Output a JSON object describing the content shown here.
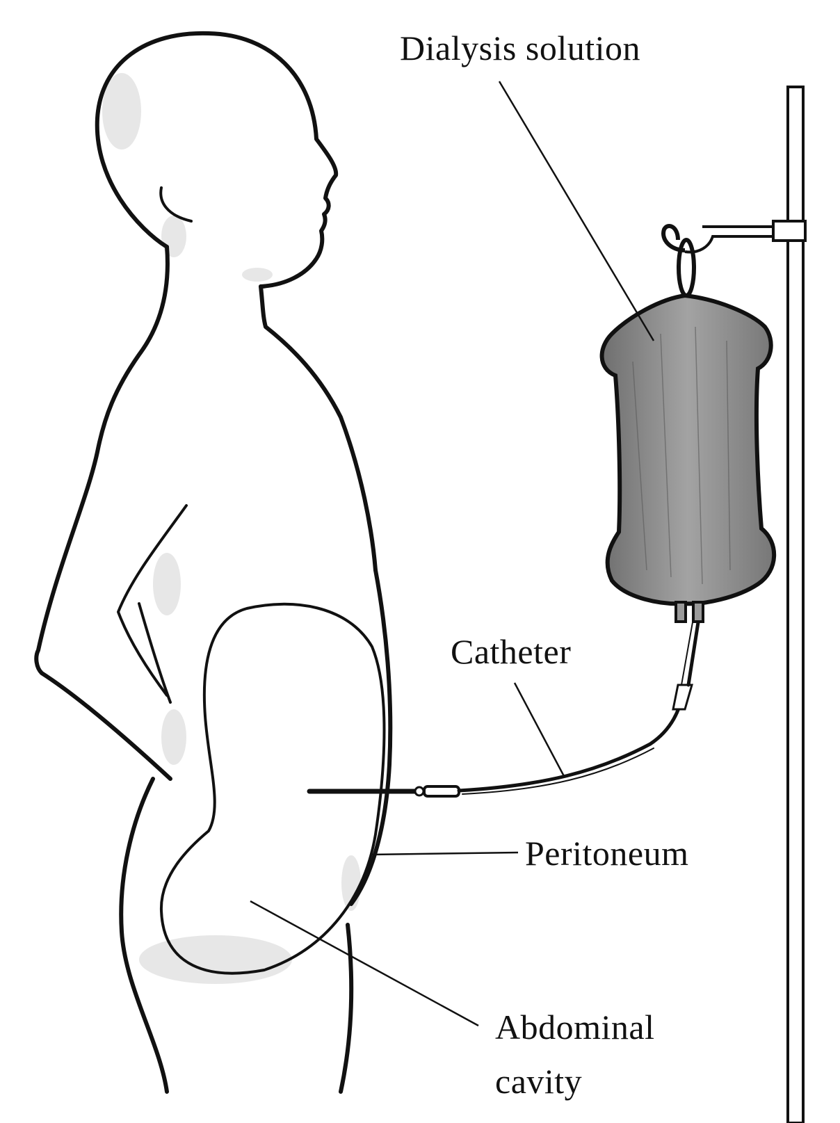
{
  "diagram": {
    "type": "medical illustration",
    "subject": "Peritoneal dialysis",
    "labels": {
      "dialysis_solution": "Dialysis solution",
      "catheter": "Catheter",
      "peritoneum": "Peritoneum",
      "abdominal_cavity_line1": "Abdominal",
      "abdominal_cavity_line2": "cavity"
    },
    "colors": {
      "ink": "#111111",
      "bag_fill": "#8a8a8a",
      "shade": "#c9c9c9",
      "background": "#ffffff"
    }
  }
}
